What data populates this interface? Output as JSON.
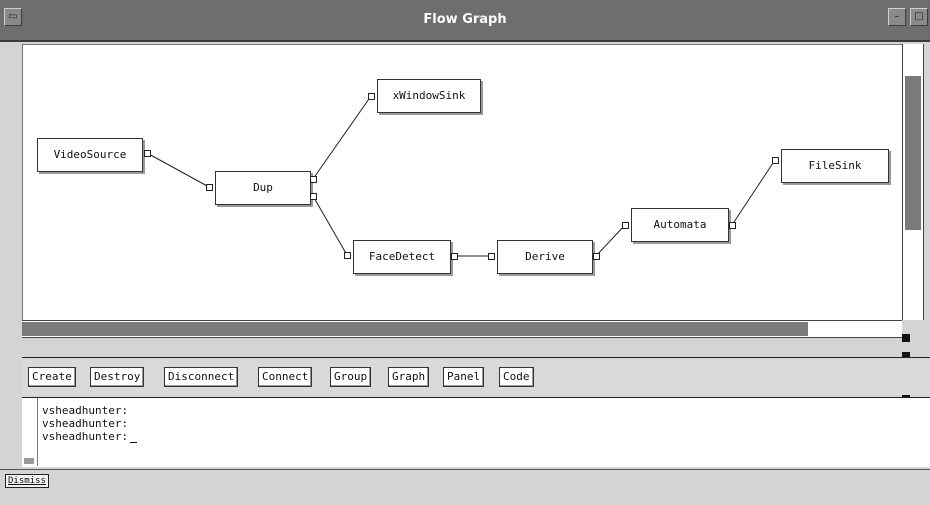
{
  "window": {
    "title": "Flow Graph",
    "minimize_glyph": "–",
    "maximize_glyph": "□"
  },
  "graph": {
    "nodes": [
      {
        "id": "videosource",
        "label": "VideoSource"
      },
      {
        "id": "dup",
        "label": "Dup"
      },
      {
        "id": "xwindowsink",
        "label": "xWindowSink"
      },
      {
        "id": "facedetect",
        "label": "FaceDetect"
      },
      {
        "id": "derive",
        "label": "Derive"
      },
      {
        "id": "automata",
        "label": "Automata"
      },
      {
        "id": "filesink",
        "label": "FileSink"
      }
    ],
    "edges": [
      [
        "videosource",
        "dup"
      ],
      [
        "dup",
        "xwindowsink"
      ],
      [
        "dup",
        "facedetect"
      ],
      [
        "facedetect",
        "derive"
      ],
      [
        "derive",
        "automata"
      ],
      [
        "automata",
        "filesink"
      ]
    ]
  },
  "toolbar": {
    "buttons": [
      "Create",
      "Destroy",
      "Disconnect",
      "Connect",
      "Group",
      "Graph",
      "Panel",
      "Code"
    ]
  },
  "console": {
    "lines": [
      "vsheadhunter:",
      "vsheadhunter:",
      "vsheadhunter:"
    ]
  },
  "status": {
    "dismiss_label": "Dismiss"
  },
  "colors": {
    "titlebar": "#6e6e6e",
    "scroll_thumb": "#7a7a7a",
    "background": "#d4d4d4"
  }
}
